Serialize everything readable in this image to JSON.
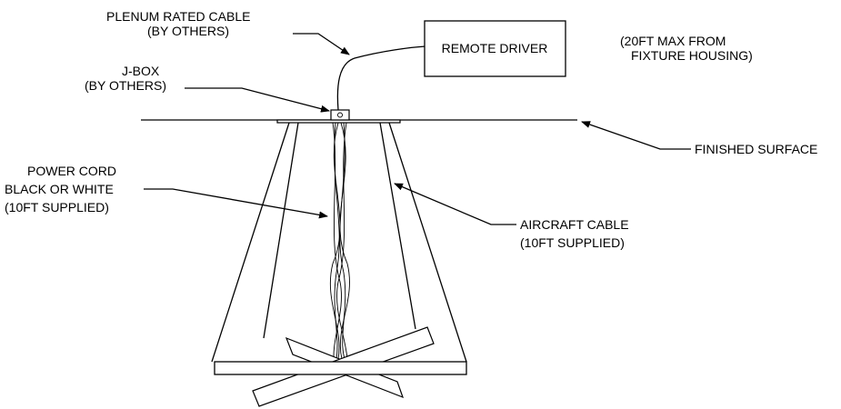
{
  "labels": {
    "plenum_line1": "PLENUM RATED CABLE",
    "plenum_line2": "(BY OTHERS)",
    "remote_driver": "REMOTE DRIVER",
    "max_line1": "(20FT MAX FROM",
    "max_line2": "FIXTURE HOUSING)",
    "jbox_line1": "J-BOX",
    "jbox_line2": "(BY OTHERS)",
    "finished_surface": "FINISHED SURFACE",
    "power_line1": "POWER CORD",
    "power_line2": "BLACK OR WHITE",
    "power_line3": "(10FT SUPPLIED)",
    "aircraft_line1": "AIRCRAFT CABLE",
    "aircraft_line2": "(10FT SUPPLIED)"
  },
  "colors": {
    "ink": "#000000",
    "background": "#ffffff"
  }
}
